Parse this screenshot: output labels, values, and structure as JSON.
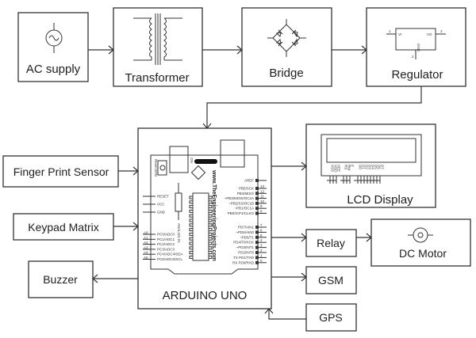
{
  "diagram": {
    "title": "Fingerprint and Keypad based Security System Block Diagram",
    "power_chain": {
      "ac_supply": {
        "label": "AC supply",
        "icon": "ac-source-icon"
      },
      "transformer": {
        "label": "Transformer",
        "icon": "transformer-icon"
      },
      "bridge": {
        "label": "Bridge",
        "icon": "bridge-rectifier-icon"
      },
      "regulator": {
        "label": "Regulator",
        "icon": "voltage-regulator-icon",
        "pins": {
          "in": "VI",
          "out": "VO",
          "gnd": "GND",
          "pin1": "1",
          "pin2": "2",
          "pin3": "3"
        }
      }
    },
    "controller": {
      "label": "ARDUINO UNO",
      "board": {
        "reset_button": "Reset BTN",
        "on_led": "ON",
        "watermark": "www.TheEngineeringProjects.com",
        "analog_label": "ANALOG IN",
        "left_pins": [
          "RESET",
          "VCC",
          "GND"
        ],
        "analog_pins": [
          "A0",
          "A1",
          "A2",
          "A3",
          "A4",
          "A5"
        ],
        "analog_pin_names": [
          "PC0/ADC0",
          "PC1/ADC1",
          "PC2/ADC2",
          "PC3/ADC3",
          "PC4/ADC4/SDA",
          "PC5/ADC5/SCL"
        ],
        "right_top_pins": [
          "AREF",
          "PB5/SCK",
          "PB4/MISO",
          "~PB3/MOSI/OC2A",
          "~PB2/SS/OC1B",
          "~PB1/OC1A",
          "PB0/ICP1/CLKO"
        ],
        "right_top_numbers": [
          "",
          "13",
          "12",
          "11",
          "10",
          "9",
          "8"
        ],
        "right_bottom_pins": [
          "PD7/AIN1",
          "~PD6/AIN0",
          "~PD5/T1",
          "PD4/T0/XCK",
          "~PD3/INT1",
          "PD2/INT0",
          "TX PD1/TXD",
          "RX PD0/RXD"
        ],
        "right_bottom_numbers": [
          "7",
          "6",
          "5",
          "4",
          "3",
          "2",
          "1",
          "0"
        ]
      }
    },
    "inputs": [
      {
        "label": "Finger Print Sensor"
      },
      {
        "label": "Keypad Matrix"
      },
      {
        "label": "GPS"
      }
    ],
    "outputs": {
      "lcd": {
        "label": "LCD Display",
        "icon": "lcd-module-icon",
        "pins": [
          "VSS",
          "VDD",
          "VEE",
          "RS",
          "RW",
          "E",
          "D0",
          "D1",
          "D2",
          "D3",
          "D4",
          "D5",
          "D6",
          "D7"
        ]
      },
      "relay": {
        "label": "Relay"
      },
      "motor": {
        "label": "DC Motor",
        "icon": "dc-motor-icon"
      },
      "gsm": {
        "label": "GSM"
      },
      "buzzer": {
        "label": "Buzzer"
      }
    },
    "connections": [
      {
        "from": "AC supply",
        "to": "Transformer"
      },
      {
        "from": "Transformer",
        "to": "Bridge"
      },
      {
        "from": "Bridge",
        "to": "Regulator"
      },
      {
        "from": "Regulator",
        "to": "ARDUINO UNO"
      },
      {
        "from": "Finger Print Sensor",
        "to": "ARDUINO UNO"
      },
      {
        "from": "Keypad Matrix",
        "to": "ARDUINO UNO"
      },
      {
        "from": "ARDUINO UNO",
        "to": "Buzzer"
      },
      {
        "from": "ARDUINO UNO",
        "to": "LCD Display"
      },
      {
        "from": "ARDUINO UNO",
        "to": "Relay"
      },
      {
        "from": "Relay",
        "to": "DC Motor"
      },
      {
        "from": "ARDUINO UNO",
        "to": "GSM"
      },
      {
        "from": "GPS",
        "to": "ARDUINO UNO"
      }
    ]
  }
}
